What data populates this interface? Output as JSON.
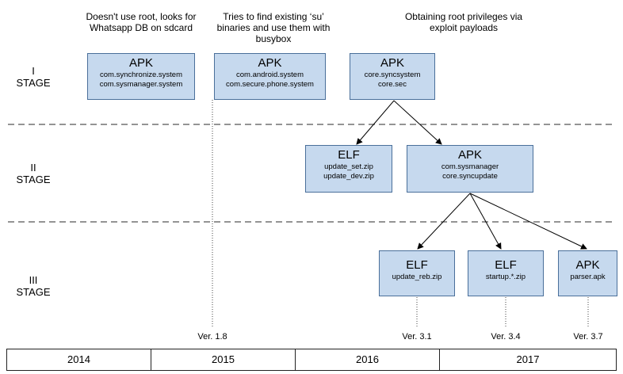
{
  "captions": {
    "col1": [
      "Doesn't use root, looks for",
      "Whatsapp DB on sdcard"
    ],
    "col2": [
      "Tries to find existing ‘su’",
      "binaries and use them with",
      "busybox"
    ],
    "col3": [
      "Obtaining root privileges via",
      "exploit payloads"
    ]
  },
  "stages": {
    "s1": [
      "I",
      "STAGE"
    ],
    "s2": [
      "II",
      "STAGE"
    ],
    "s3": [
      "III",
      "STAGE"
    ]
  },
  "boxes": {
    "b1": {
      "title": "APK",
      "lines": [
        "com.synchronize.system",
        "com.sysmanager.system"
      ]
    },
    "b2": {
      "title": "APK",
      "lines": [
        "com.android.system",
        "com.secure.phone.system"
      ]
    },
    "b3": {
      "title": "APK",
      "lines": [
        "core.syncsystem",
        "core.sec"
      ]
    },
    "b4": {
      "title": "ELF",
      "lines": [
        "update_set.zip",
        "update_dev.zip"
      ]
    },
    "b5": {
      "title": "APK",
      "lines": [
        "com.sysmanager",
        "core.syncupdate"
      ]
    },
    "b6": {
      "title": "ELF",
      "lines": [
        "update_reb.zip"
      ]
    },
    "b7": {
      "title": "ELF",
      "lines": [
        "startup.*.zip"
      ]
    },
    "b8": {
      "title": "APK",
      "lines": [
        "parser.apk"
      ]
    }
  },
  "versions": {
    "v18": "Ver. 1.8",
    "v31": "Ver. 3.1",
    "v34": "Ver. 3.4",
    "v37": "Ver. 3.7"
  },
  "timeline": [
    "2014",
    "2015",
    "2016",
    "2017"
  ],
  "colors": {
    "box_fill": "#c6d9ee",
    "box_border": "#4a6f9a"
  }
}
